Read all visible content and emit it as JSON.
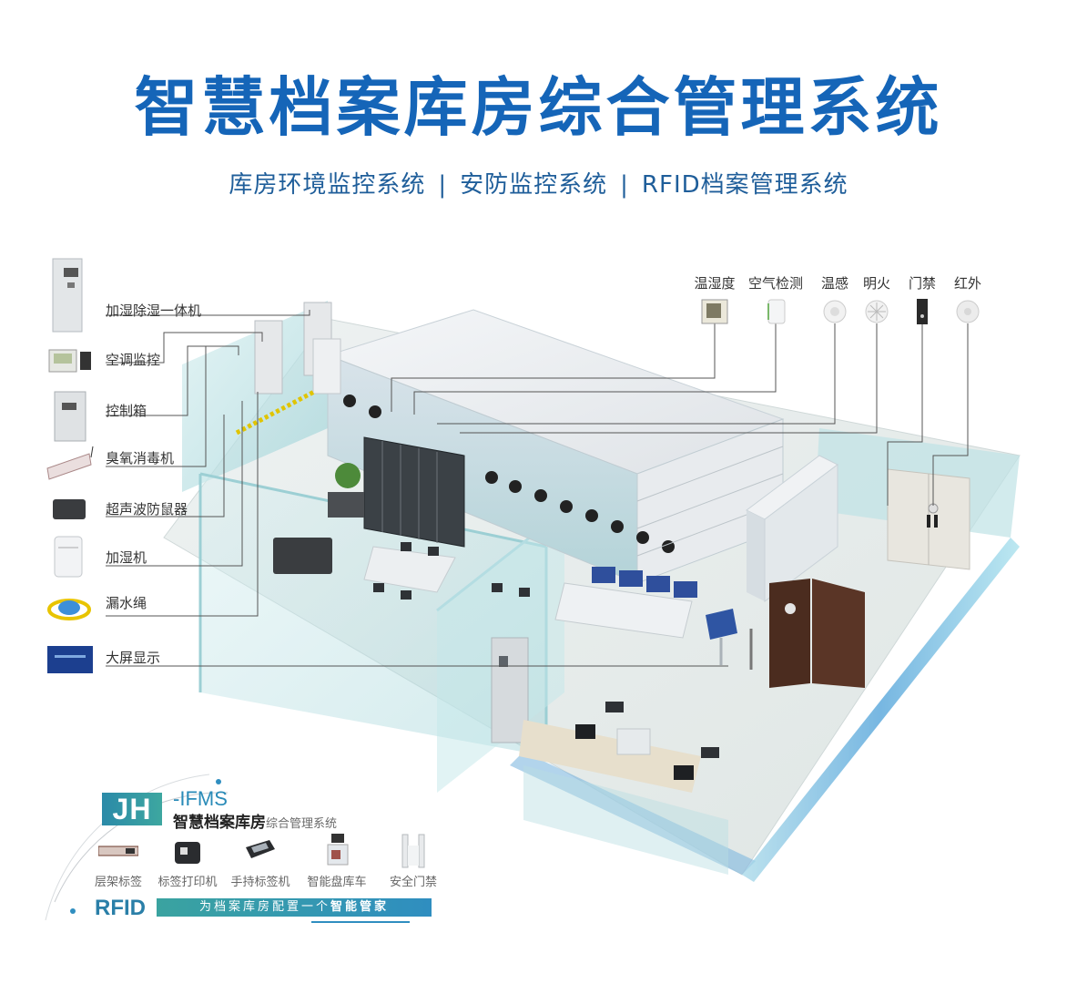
{
  "header": {
    "title": "智慧档案库房综合管理系统",
    "subtitle_parts": [
      "库房环境监控系统",
      "安防监控系统",
      "RFID档案管理系统"
    ],
    "separator": "|"
  },
  "colors": {
    "title": "#1565b8",
    "subtitle": "#1f5e9a",
    "accent_teal": "#3aa3a0",
    "accent_blue": "#2f8ec0",
    "glass": "#bfe3e6",
    "leader_line": "#555555"
  },
  "left_legend": [
    {
      "label": "加湿除湿一体机",
      "icon": "dehumidifier-icon"
    },
    {
      "label": "空调监控",
      "icon": "ac-controller-icon"
    },
    {
      "label": "控制箱",
      "icon": "control-box-icon"
    },
    {
      "label": "臭氧消毒机",
      "icon": "ozone-sterilizer-icon"
    },
    {
      "label": "超声波防鼠器",
      "icon": "ultrasonic-repeller-icon"
    },
    {
      "label": "加湿机",
      "icon": "humidifier-icon"
    },
    {
      "label": "漏水绳",
      "icon": "water-leak-rope-icon"
    },
    {
      "label": "大屏显示",
      "icon": "large-screen-icon"
    }
  ],
  "sensors": [
    {
      "label": "温湿度",
      "icon": "thermo-hygrometer-icon"
    },
    {
      "label": "空气检测",
      "icon": "air-detector-icon"
    },
    {
      "label": "温感",
      "icon": "heat-detector-icon"
    },
    {
      "label": "明火",
      "icon": "flame-detector-icon"
    },
    {
      "label": "门禁",
      "icon": "access-control-icon"
    },
    {
      "label": "红外",
      "icon": "infrared-sensor-icon"
    }
  ],
  "rfid": {
    "logo": "JH",
    "product_code": "-IFMS",
    "product_name_bold": "智慧档案库房",
    "product_name_small": "综合管理系统",
    "items": [
      {
        "label": "层架标签",
        "icon": "shelf-tag-icon"
      },
      {
        "label": "标签打印机",
        "icon": "label-printer-icon"
      },
      {
        "label": "手持标签机",
        "icon": "handheld-reader-icon"
      },
      {
        "label": "智能盘库车",
        "icon": "inventory-cart-icon"
      },
      {
        "label": "安全门禁",
        "icon": "security-gate-icon"
      }
    ],
    "rfid_label": "RFID",
    "banner_normal": "为档案库房配置一个",
    "banner_bold": "智能管家"
  }
}
